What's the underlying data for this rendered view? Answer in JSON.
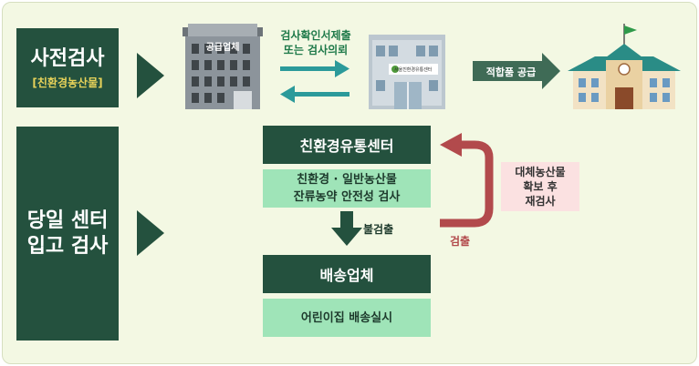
{
  "stages": {
    "pre_inspection": {
      "title": "사전검사",
      "subtitle": "[친환경농산물]"
    },
    "same_day": {
      "title_line1": "당일 센터",
      "title_line2": "입고 검사"
    }
  },
  "top_flow": {
    "supplier_sign": "공급업체",
    "submit_label_line1": "검사확인서제출",
    "submit_label_line2": "또는 검사의뢰",
    "center_sign": "서울친환경유통센터",
    "supply_label": "적합품 공급"
  },
  "bottom_flow": {
    "center_title": "친환경유통센터",
    "inspection_line1": "친환경 · 일반농산물",
    "inspection_line2": "잔류농약 안전성 검사",
    "not_detected": "불검출",
    "detected": "검출",
    "retest_line1": "대체농산물",
    "retest_line2": "확보 후",
    "retest_line3": "재검사",
    "delivery_title": "배송업체",
    "delivery_action": "어린이집 배송실시"
  },
  "colors": {
    "dark_green": "#24513e",
    "light_green": "#9fe4b8",
    "detect_red": "#b24a4c",
    "retest_pink": "#fbe1e1",
    "title_yellow": "#e8d35a"
  }
}
